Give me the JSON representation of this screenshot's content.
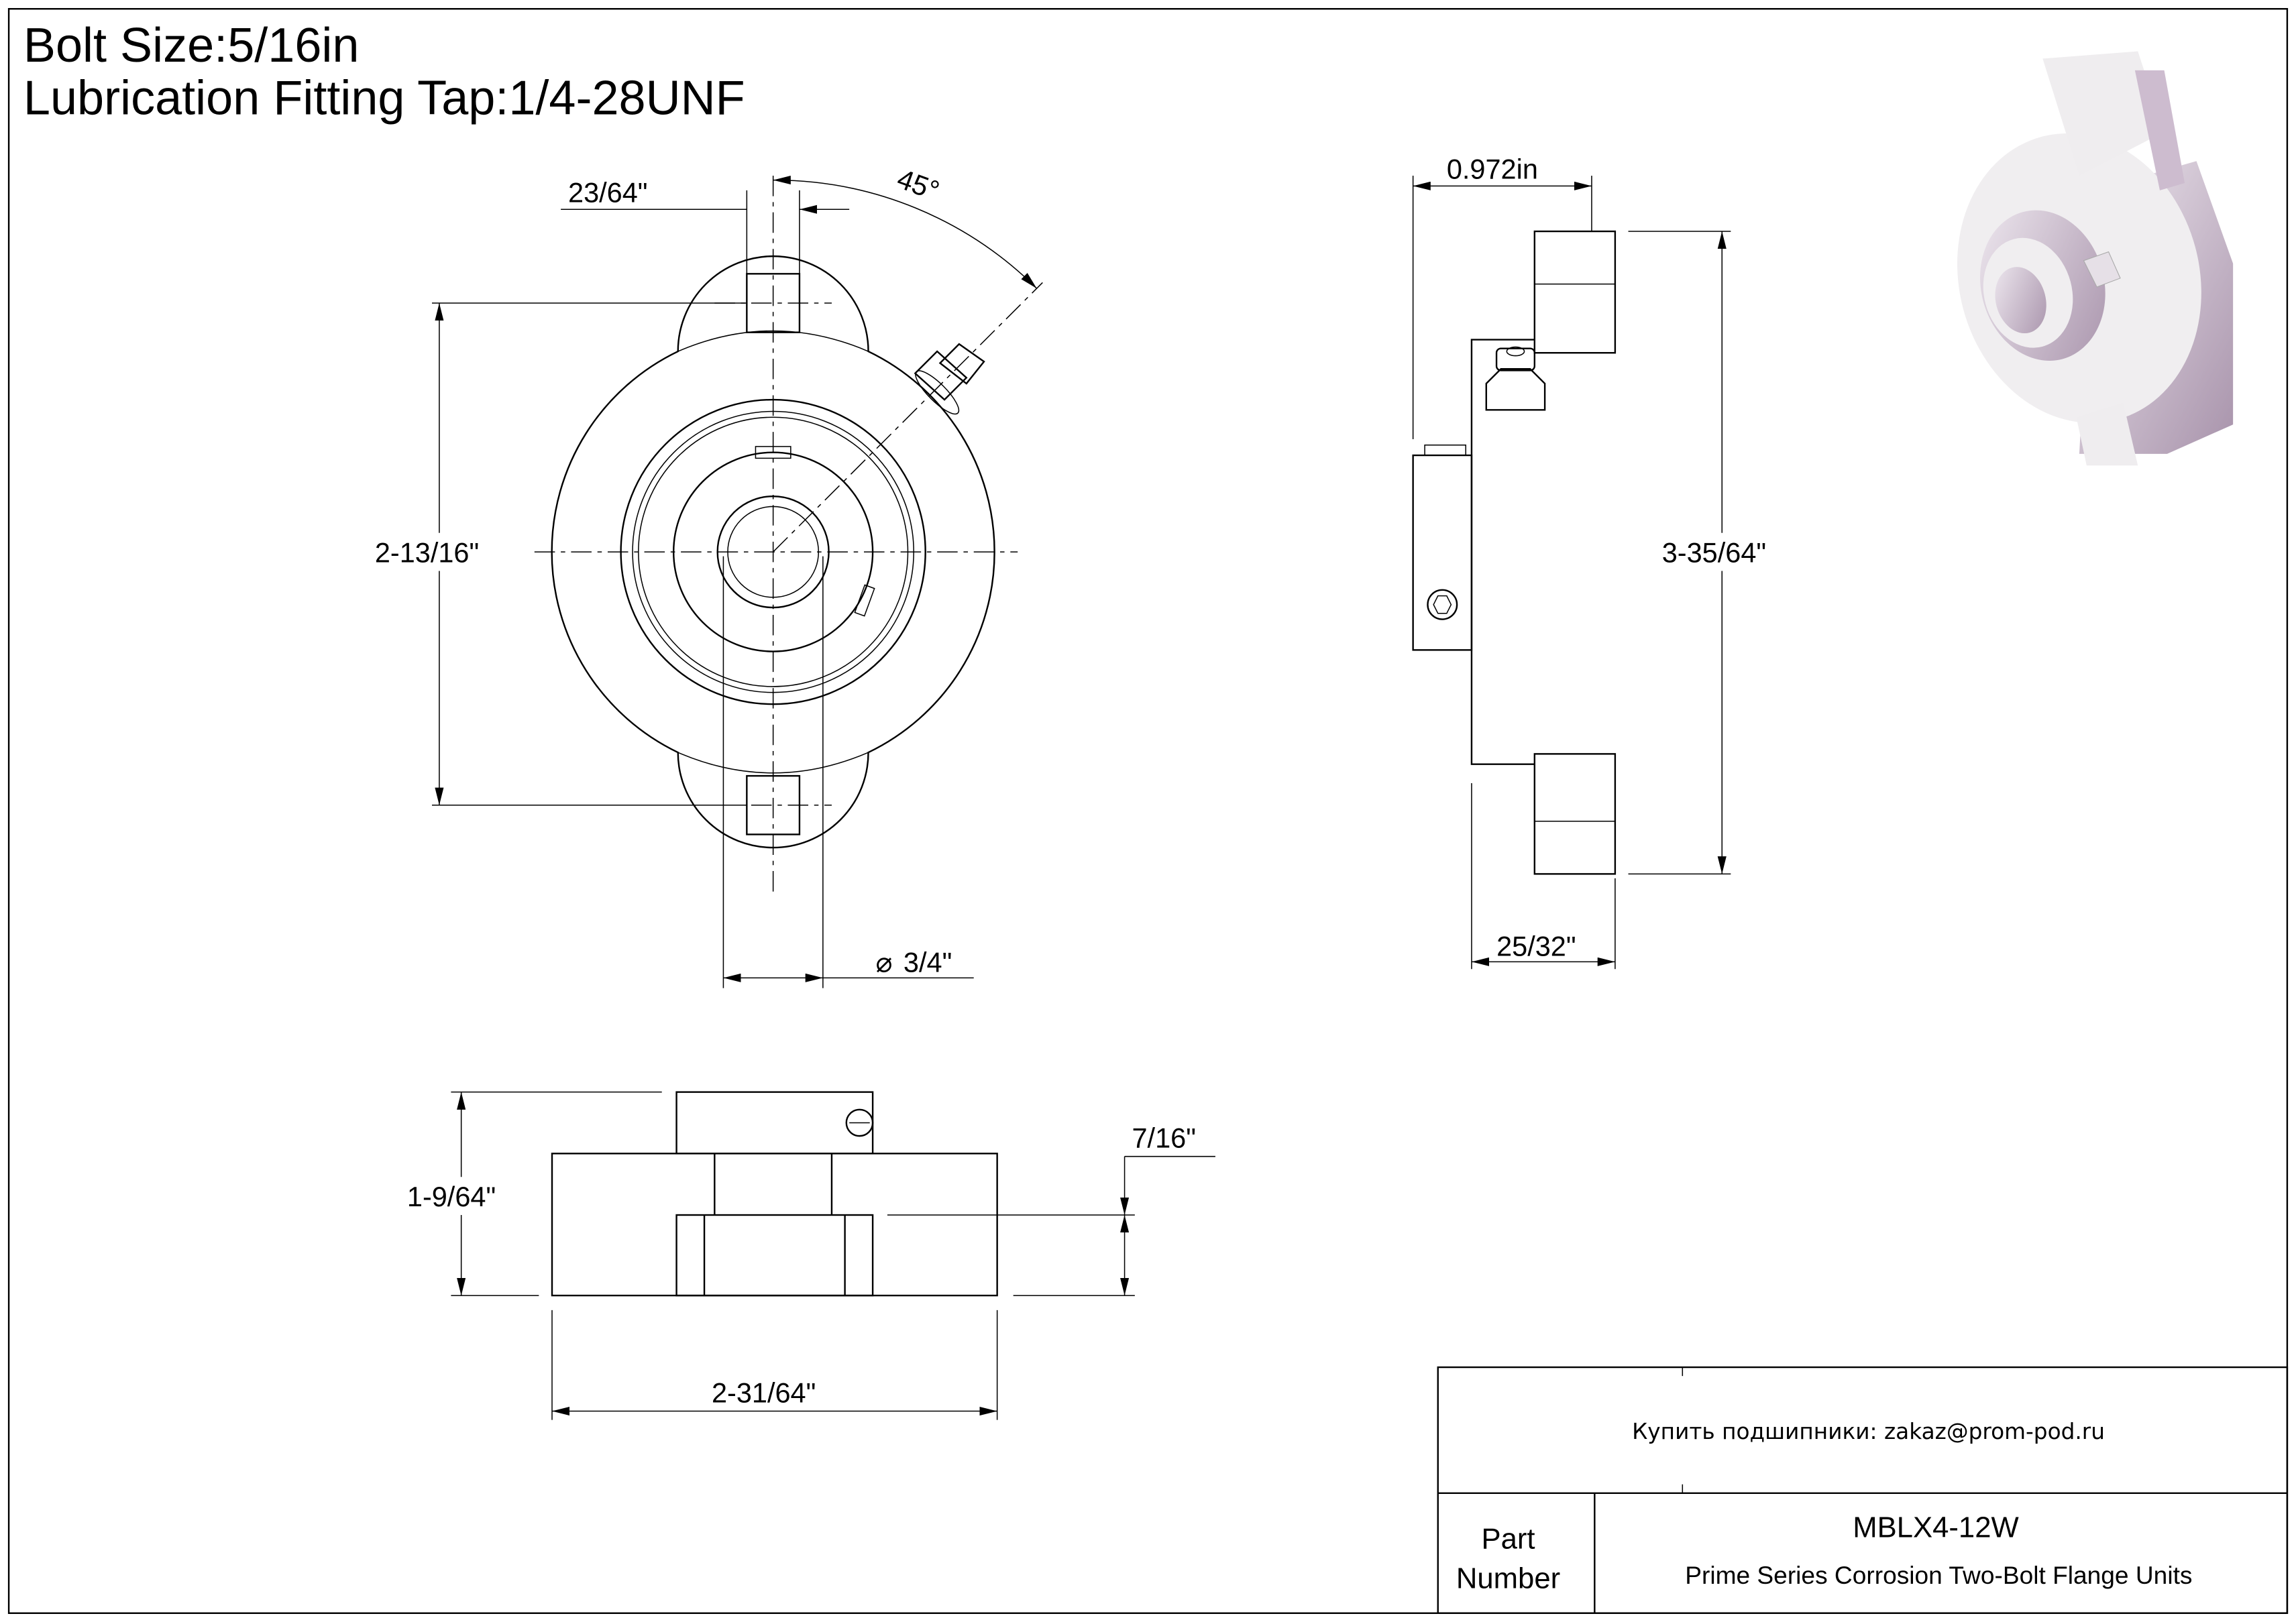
{
  "header": {
    "bolt_size": "Bolt Size:5/16in",
    "lubrication": "Lubrication Fitting Tap:1/4-28UNF"
  },
  "front_view": {
    "bolt_hole_width": "23/64\"",
    "fitting_angle": "45°",
    "bolt_spacing": "2-13/16\"",
    "bore_diameter_symbol": "⌀",
    "bore_diameter": "3/4\""
  },
  "side_view": {
    "overall_width": "0.972in",
    "overall_height": "3-35/64\"",
    "flange_to_face": "25/32\""
  },
  "bottom_view": {
    "height": "1-9/64\"",
    "flange_thickness": "7/16\"",
    "width": "2-31/64\""
  },
  "title_block": {
    "contact": "Купить подшипники: zakaz@prom-pod.ru",
    "part_label_line1": "Part",
    "part_label_line2": "Number",
    "part_number": "MBLX4-12W",
    "description": "Prime Series Corrosion Two-Bolt Flange Units"
  },
  "colors": {
    "render_shade": "#c9b8cc",
    "line": "#000000"
  }
}
